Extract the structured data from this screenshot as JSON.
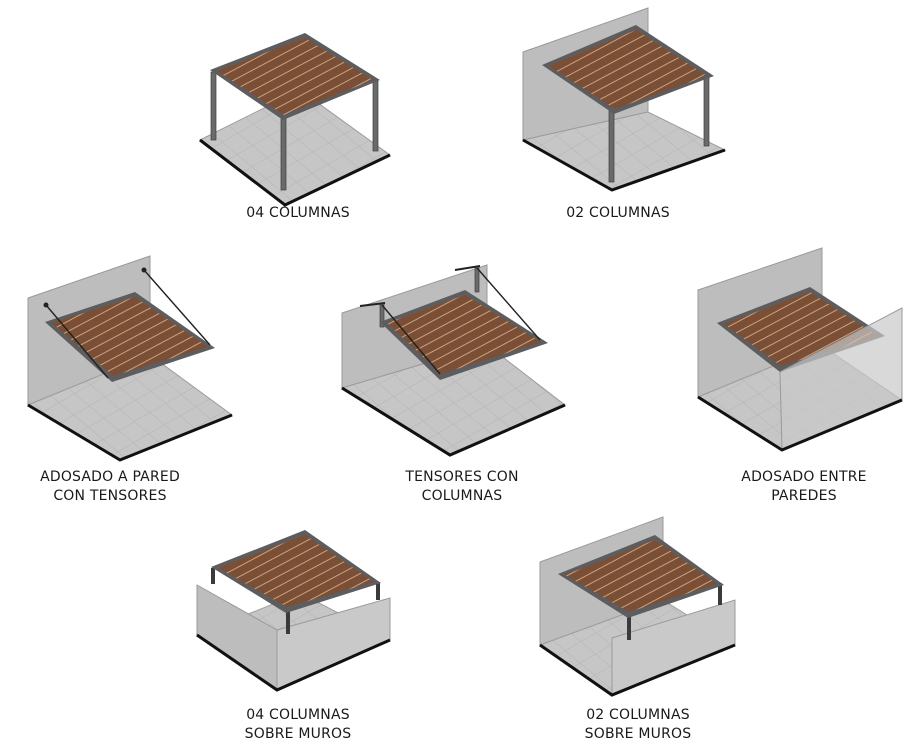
{
  "captions": {
    "c04_columnas": [
      "04 COLUMNAS"
    ],
    "c02_columnas": [
      "02 COLUMNAS"
    ],
    "adosado_tensores": [
      "ADOSADO A PARED",
      "CON TENSORES"
    ],
    "tensores_columnas": [
      "TENSORES CON",
      "COLUMNAS"
    ],
    "adosado_paredes": [
      "ADOSADO ENTRE",
      "PAREDES"
    ],
    "c04_muros": [
      "04 COLUMNAS",
      "SOBRE MUROS"
    ],
    "c02_muros": [
      "02 COLUMNAS",
      "SOBRE MUROS"
    ]
  },
  "colors": {
    "wood": "#7a4f36",
    "wood_dark": "#5a3824",
    "wood_slat_line": "#caa27e",
    "frame": "#5d5d5f",
    "floor": "#c6c6c6",
    "floor_grid": "#b0b0b0",
    "floor_edge": "#111111",
    "wall": "#bdbdbd",
    "wall_edge": "#9a9a9a",
    "glass_wall": "#c9c9c9"
  }
}
